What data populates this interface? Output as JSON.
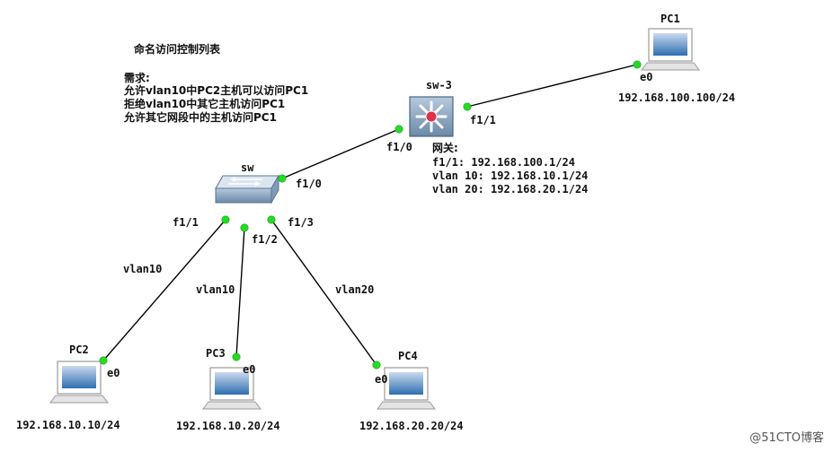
{
  "notes": {
    "title": "命名访问控制列表",
    "req_head": "需求:",
    "req_lines": [
      "允许vlan10中PC2主机可以访问PC1",
      "拒绝vlan10中其它主机访问PC1",
      "允许其它网段中的主机访问PC1"
    ]
  },
  "devices": {
    "pc1": {
      "name": "PC1",
      "ip": "192.168.100.100/24",
      "port": "e0"
    },
    "pc2": {
      "name": "PC2",
      "ip": "192.168.10.10/24",
      "port": "e0"
    },
    "pc3": {
      "name": "PC3",
      "ip": "192.168.10.20/24",
      "port": "e0"
    },
    "pc4": {
      "name": "PC4",
      "ip": "192.168.20.20/24",
      "port": "e0"
    },
    "sw3": {
      "name": "sw-3",
      "port_f10": "f1/0",
      "port_f11": "f1/1"
    },
    "sw": {
      "name": "sw",
      "port_f10": "f1/0",
      "port_f11": "f1/1",
      "port_f12": "f1/2",
      "port_f13": "f1/3"
    }
  },
  "gateway": {
    "head": "网关:",
    "lines": [
      "f1/1: 192.168.100.1/24",
      "vlan 10: 192.168.10.1/24",
      "vlan 20: 192.168.20.1/24"
    ]
  },
  "links": {
    "pc2_vlan": "vlan10",
    "pc3_vlan": "vlan10",
    "pc4_vlan": "vlan20"
  },
  "colors": {
    "link_dot": "#22dd22",
    "line": "#000000",
    "switch": "#8aa6c2",
    "l3switch": "#6f8fb0"
  },
  "watermark": "@51CTO博客"
}
